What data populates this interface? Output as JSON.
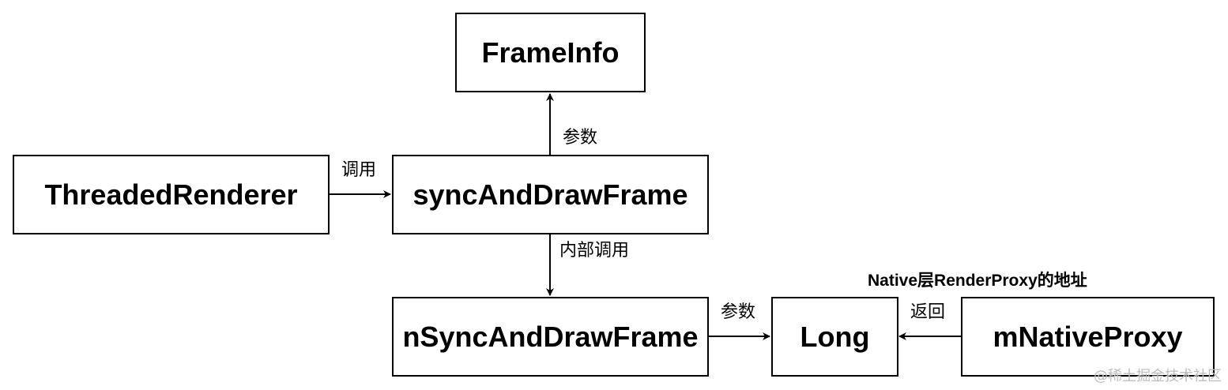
{
  "nodes": {
    "frame_info": "FrameInfo",
    "threaded_renderer": "ThreadedRenderer",
    "sync_and_draw_frame": "syncAndDrawFrame",
    "n_sync_and_draw_frame": "nSyncAndDrawFrame",
    "long": "Long",
    "m_native_proxy": "mNativeProxy"
  },
  "edges": {
    "renderer_to_sync": "调用",
    "sync_to_frameinfo": "参数",
    "sync_to_nsync": "内部调用",
    "nsync_to_long": "参数",
    "proxy_to_long": "返回",
    "proxy_annotation": "Native层RenderProxy的地址"
  },
  "watermark": "@稀土掘金技术社区"
}
